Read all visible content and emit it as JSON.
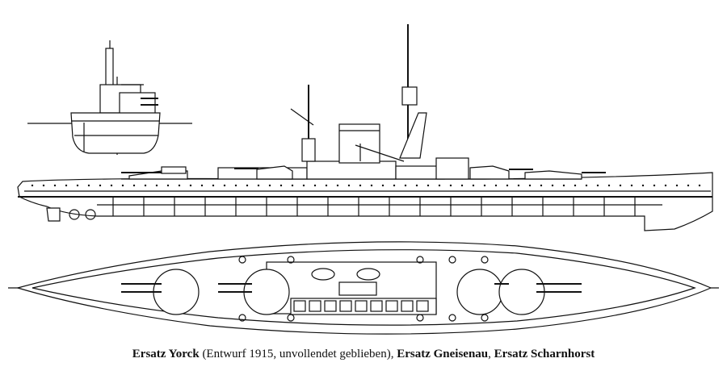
{
  "caption": {
    "name1": "Ersatz Yorck",
    "note": " (Entwurf 1915, unvollendet geblieben), ",
    "name2": "Ersatz Gneisenau",
    "sep": ", ",
    "name3": "Ersatz Scharnhorst"
  },
  "colors": {
    "ink": "#111111",
    "paper": "#ffffff"
  }
}
